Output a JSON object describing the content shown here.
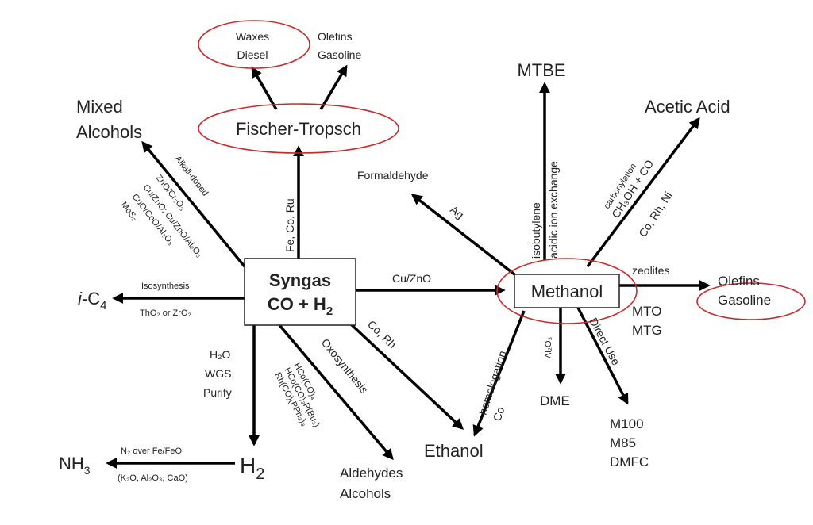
{
  "nodes": {
    "syngas_line1": "Syngas",
    "syngas_line2_prefix": "CO + H",
    "syngas_line2_sub": "2",
    "methanol": "Methanol",
    "fischer_tropsch": "Fischer-Tropsch",
    "waxes": "Waxes",
    "diesel": "Diesel",
    "olefins_ft": "Olefins",
    "gasoline_ft": "Gasoline",
    "mixed_alcohols_1": "Mixed",
    "mixed_alcohols_2": "Alcohols",
    "ic4_prefix": "i",
    "ic4_rest": "-C",
    "ic4_sub": "4",
    "h2_main": "H",
    "h2_sub": "2",
    "nh3_prefix": "NH",
    "nh3_sub": "3",
    "aldehydes": "Aldehydes",
    "alcohols": "Alcohols",
    "ethanol": "Ethanol",
    "formaldehyde": "Formaldehyde",
    "mtbe": "MTBE",
    "acetic_acid": "Acetic Acid",
    "olefins_meoh": "Olefins",
    "gasoline_meoh": "Gasoline",
    "dme": "DME",
    "m100": "M100",
    "m85": "M85",
    "dmfc": "DMFC"
  },
  "labels": {
    "cu_zno": "Cu/ZnO",
    "fe_co_ru": "Fe, Co, Ru",
    "isosynthesis": "Isosynthesis",
    "tho2_zro2": "ThO₂ or ZrO₂",
    "h2o": "H₂O",
    "wgs": "WGS",
    "purify": "Purify",
    "n2_over": "N₂ over Fe/FeO",
    "k2o": "(K₂O, Al₂O₃, CaO)",
    "oxosynthesis": "Oxosynthesis",
    "hco_1": "HCo(CO)₄",
    "hco_2": "HCo(CO)₃P(Bu₃)",
    "rh_co": "Rh(CO)(PPh₃)₃",
    "co_rh": "Co, Rh",
    "alkali_doped": "Alkali-doped",
    "ma_cat1": "ZnO/Cr₂O₃",
    "ma_cat2": "Cu/ZnO; Cu/ZnO/Al₂O₃",
    "ma_cat3": "CuO/CoO/Al₂O₃",
    "ma_cat4": "MoS₂",
    "ag": "Ag",
    "isobutylene": "isobutylene",
    "acidic_ion": "acidic ion exchange",
    "carbonylation": "carbonylation",
    "ch3oh_co": "CH₃OH + CO",
    "co_rh_ni": "Co, Rh, Ni",
    "zeolites": "zeolites",
    "mto": "MTO",
    "mtg": "MTG",
    "homologation": "homologation",
    "co_homolog": "Co",
    "al2o3": "Al₂O₃",
    "direct_use": "Direct Use"
  },
  "colors": {
    "arrow": "#000000",
    "highlight_ring": "#cc2a2a",
    "box_border": "#222222"
  }
}
